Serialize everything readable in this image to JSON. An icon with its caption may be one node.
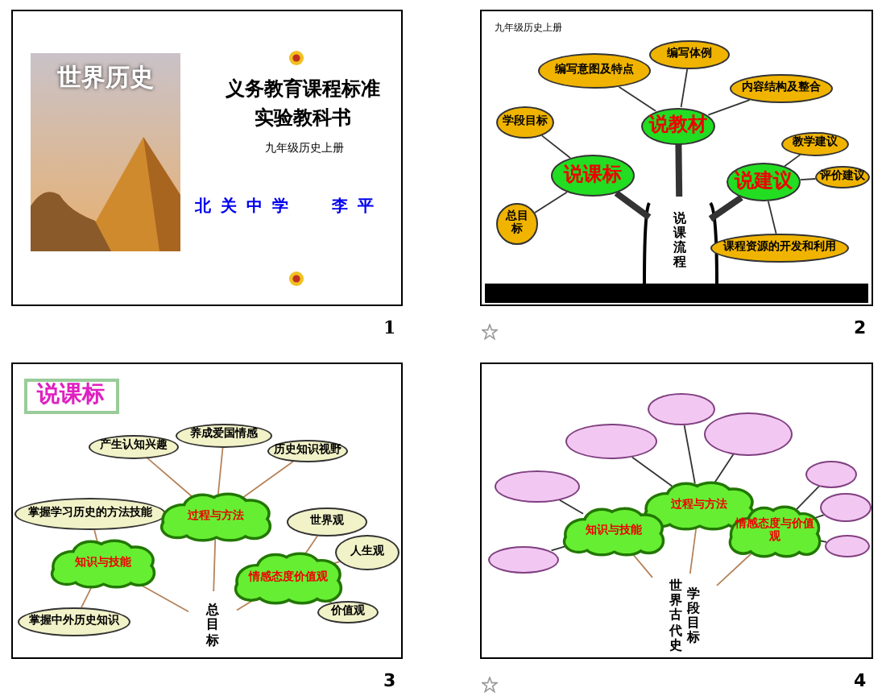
{
  "diagram": {
    "nodes": [
      {
        "text": [],
        "shape": "box"
      },
      {
        "text": [],
        "shape": "box"
      },
      {
        "text": [
          "编写体例"
        ],
        "in": 1
      },
      {
        "text": [
          "编写意图及特点"
        ],
        "in": 1
      },
      {
        "text": [
          "内容结构及整合"
        ],
        "in": 1
      },
      {
        "text": [
          "学段目标"
        ],
        "in": 1
      },
      {
        "text": [
          "说教材"
        ],
        "in": 1
      },
      {
        "text": [
          "说课标"
        ],
        "in": 1
      },
      {
        "text": [
          "教学建议"
        ],
        "in": 1
      },
      {
        "text": [
          "说建议"
        ],
        "in": 1
      },
      {
        "text": [
          "评价建议"
        ],
        "in": 1
      },
      {
        "text": [
          "总目标"
        ],
        "in": 1
      },
      {
        "text": [
          "课程资源的开发和利用"
        ],
        "in": 1
      },
      {
        "text": [
          "说课流程"
        ],
        "in": 1
      },
      {
        "text": [],
        "shape": "box"
      },
      {
        "text": [
          "说课标"
        ],
        "in": 14
      },
      {
        "text": [
          "养成爱国情感"
        ],
        "in": 14
      },
      {
        "text": [
          "产生认知兴趣"
        ],
        "in": 14
      },
      {
        "text": [
          "历史知识视野"
        ],
        "in": 14
      },
      {
        "text": [
          "掌握学习历史的方法技能"
        ],
        "in": 14
      },
      {
        "text": [
          "过程与方法"
        ],
        "in": 14
      },
      {
        "text": [
          "世界观"
        ],
        "in": 14
      },
      {
        "text": [
          "知识与技能"
        ],
        "in": 14
      },
      {
        "text": [
          "人生观"
        ],
        "in": 14
      },
      {
        "text": [
          "情感态度价值观"
        ],
        "in": 14
      },
      {
        "text": [
          "掌握中外历史知识"
        ],
        "in": 14
      },
      {
        "text": [
          "价值观"
        ],
        "in": 14
      },
      {
        "text": [
          "总目标"
        ],
        "in": 14
      },
      {
        "text": [],
        "shape": "box"
      },
      {
        "text": [],
        "shape": "ellipse",
        "in": 28
      },
      {
        "text": [],
        "shape": "ellipse",
        "in": 28
      },
      {
        "text": [],
        "shape": "ellipse",
        "in": 28
      },
      {
        "text": [],
        "shape": "ellipse",
        "in": 28
      },
      {
        "text": [],
        "shape": "ellipse",
        "in": 28
      },
      {
        "text": [
          "过程与方法"
        ],
        "in": 28
      },
      {
        "text": [
          "知识与技能"
        ],
        "in": 28
      },
      {
        "text": [],
        "shape": "ellipse",
        "in": 28
      },
      {
        "text": [
          "情感态度与价值观"
        ],
        "in": 28
      },
      {
        "text": [],
        "shape": "ellipse",
        "in": 28
      },
      {
        "text": [],
        "shape": "ellipse",
        "in": 28
      },
      {
        "text": [
          "世界古代史",
          "学段目标"
        ],
        "in": 28
      }
    ],
    "edges": [
      {
        "from": 6,
        "to": 3,
        "arrow": "none"
      },
      {
        "from": 6,
        "to": 2,
        "arrow": "none"
      },
      {
        "from": 6,
        "to": 4,
        "arrow": "none"
      },
      {
        "from": 7,
        "to": 5,
        "arrow": "none"
      },
      {
        "from": 7,
        "to": 11,
        "arrow": "none"
      },
      {
        "from": 9,
        "to": 8,
        "arrow": "none"
      },
      {
        "from": 9,
        "to": 10,
        "arrow": "none"
      },
      {
        "from": 9,
        "to": 12,
        "arrow": "none"
      },
      {
        "from": 13,
        "to": 7,
        "arrow": "none",
        "style": "thick"
      },
      {
        "from": 13,
        "to": 6,
        "arrow": "none",
        "style": "thick"
      },
      {
        "from": 13,
        "to": 9,
        "arrow": "none",
        "style": "thick"
      },
      {
        "from": 20,
        "to": 17,
        "arrow": "none",
        "color": "#b5835a"
      },
      {
        "from": 20,
        "to": 16,
        "arrow": "none",
        "color": "#b5835a"
      },
      {
        "from": 20,
        "to": 18,
        "arrow": "none",
        "color": "#b5835a"
      },
      {
        "from": 22,
        "to": 19,
        "arrow": "none",
        "color": "#b5835a"
      },
      {
        "from": 22,
        "to": 25,
        "arrow": "none",
        "color": "#b5835a"
      },
      {
        "from": 24,
        "to": 21,
        "arrow": "none",
        "color": "#b5835a"
      },
      {
        "from": 24,
        "to": 23,
        "arrow": "none",
        "color": "#b5835a"
      },
      {
        "from": 24,
        "to": 26,
        "arrow": "none",
        "color": "#b5835a"
      },
      {
        "from": 27,
        "to": 22,
        "arrow": "none",
        "color": "#b5835a"
      },
      {
        "from": 27,
        "to": 20,
        "arrow": "none",
        "color": "#b5835a"
      },
      {
        "from": 27,
        "to": 24,
        "arrow": "none",
        "color": "#b5835a"
      },
      {
        "from": 34,
        "to": 29,
        "arrow": "none"
      },
      {
        "from": 34,
        "to": 30,
        "arrow": "none"
      },
      {
        "from": 34,
        "to": 31,
        "arrow": "none"
      },
      {
        "from": 35,
        "to": 32,
        "arrow": "none"
      },
      {
        "from": 35,
        "to": 38,
        "arrow": "none"
      },
      {
        "from": 37,
        "to": 33,
        "arrow": "none"
      },
      {
        "from": 37,
        "to": 36,
        "arrow": "none"
      },
      {
        "from": 37,
        "to": 39,
        "arrow": "none"
      },
      {
        "from": 40,
        "to": 35,
        "arrow": "none",
        "color": "#b5835a"
      },
      {
        "from": 40,
        "to": 34,
        "arrow": "none",
        "color": "#b5835a"
      },
      {
        "from": 40,
        "to": 37,
        "arrow": "none",
        "color": "#b5835a"
      }
    ],
    "labels": [
      "世界历史",
      "义务教育课程标准实验教科书",
      "九年级历史上册",
      "北关中学",
      "李平",
      "1",
      "九年级历史上册",
      "2",
      "3",
      "4"
    ]
  }
}
